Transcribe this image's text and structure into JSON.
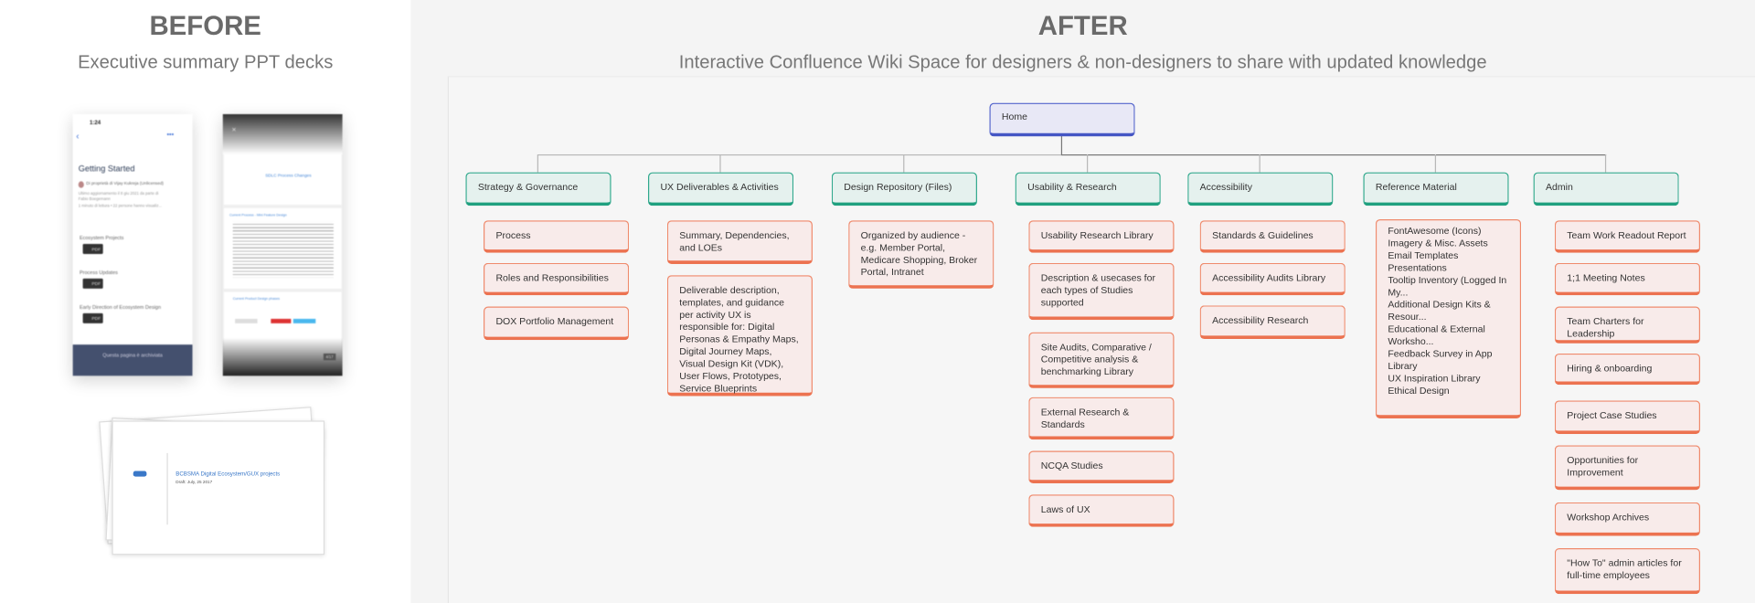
{
  "before": {
    "title": "BEFORE",
    "subtitle": "Executive summary PPT decks",
    "phone1": {
      "time": "1:24",
      "page_title": "Getting Started",
      "owner": "Di proprietà di Vijay Kukreja (Unlicensed)",
      "updated": "Ultimo aggiornamento il 8 giu 2021 da parte di",
      "updated_by": "Fabio Boegemann",
      "meta": "1 minuto di lettura • 22 persone hanno visualiz...",
      "sections": [
        "Ecosystem Projects",
        "Process Updates",
        "Early Direction of Ecosystem Design"
      ],
      "pdf_label": "PDF",
      "archived_banner": "Questa pagina è archiviata"
    },
    "phone2": {
      "slide1_title": "SDLC Process Changes",
      "slide2_title": "Current Process - Mini Feature Design",
      "slide3_title": "Current Product Design phases",
      "page_counter": "4/17"
    },
    "deck": {
      "title": "BCBSMA Digital Ecosystem/GUX projects",
      "date": "Draft: July, 25 2017"
    }
  },
  "after": {
    "title": "AFTER",
    "subtitle": "Interactive Confluence Wiki Space for designers & non-designers to share with updated knowledge"
  },
  "colors": {
    "home": "#5566cc",
    "category": "#2fa88c",
    "page": "#ec7250"
  },
  "tree": {
    "root": "Home",
    "categories": [
      {
        "label": "Strategy & Governance",
        "children": [
          "Process",
          "Roles and Responsibilities",
          "DOX Portfolio Management"
        ]
      },
      {
        "label": "UX Deliverables & Activities",
        "children": [
          "Summary, Dependencies, and LOEs",
          "Deliverable description, templates, and guidance per activity UX is responsible for: Digital Personas & Empathy Maps, Digital Journey Maps, Visual Design Kit (VDK), User Flows, Prototypes, Service Blueprints"
        ]
      },
      {
        "label": "Design Repository (Files)",
        "children": [
          "Organized by audience - e.g. Member Portal, Medicare Shopping, Broker Portal, Intranet"
        ]
      },
      {
        "label": "Usability & Research",
        "children": [
          "Usability Research Library",
          "Description & usecases for each types of Studies supported",
          "Site Audits, Comparative / Competitive analysis & benchmarking Library",
          "External Research & Standards",
          "NCQA Studies",
          "Laws of UX"
        ]
      },
      {
        "label": "Accessibility",
        "children": [
          "Standards & Guidelines",
          "Accessibility Audits Library",
          "Accessibility Research"
        ]
      },
      {
        "label": "Reference Material",
        "children": [
          [
            "FontAwesome (Icons)",
            "Imagery & Misc. Assets",
            "Email Templates",
            "Presentations",
            "Tooltip Inventory (Logged In My...",
            "Additional Design Kits & Resour...",
            "Educational & External Worksho...",
            "Feedback Survey in App Library",
            "UX Inspiration Library",
            "Ethical Design"
          ]
        ]
      },
      {
        "label": "Admin",
        "children": [
          "Team Work Readout Report",
          "1;1 Meeting Notes",
          "Team Charters for Leadership",
          "Hiring & onboarding",
          "Project Case Studies",
          "Opportunities for Improvement",
          "Workshop Archives",
          "\"How To\" admin articles for full-time employees"
        ]
      }
    ]
  }
}
